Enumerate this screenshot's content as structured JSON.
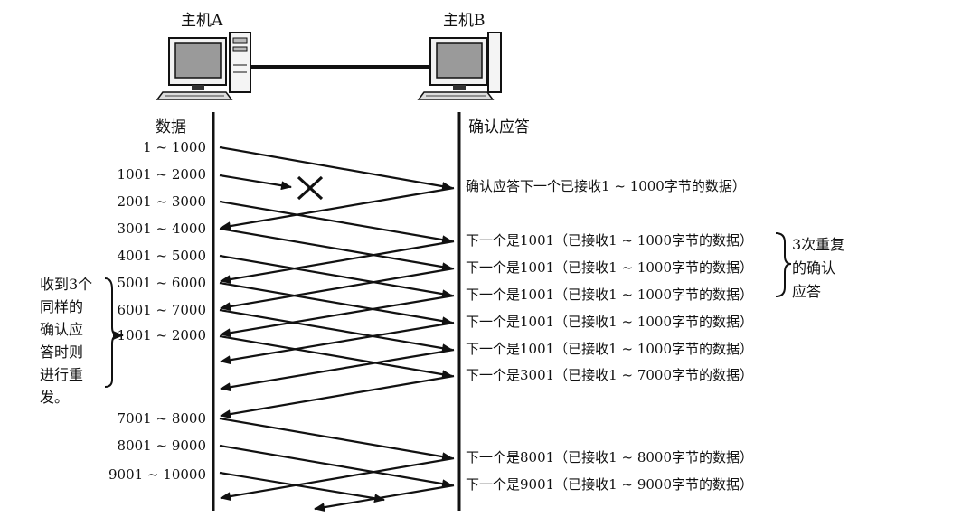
{
  "hosts": {
    "a_label": "主机A",
    "b_label": "主机B"
  },
  "columns": {
    "left_heading": "数据",
    "right_heading": "确认应答"
  },
  "segments": [
    "1 ~ 1000",
    "1001 ~ 2000",
    "2001 ~ 3000",
    "3001 ~ 4000",
    "4001 ~ 5000",
    "5001 ~ 6000",
    "6001 ~ 7000",
    "1001 ~ 2000",
    "7001 ~ 8000",
    "8001 ~ 9000",
    "9001 ~ 10000"
  ],
  "acks": [
    "确认应答下一个已接收1 ~ 1000字节的数据）",
    "下一个是1001（已接收1 ~ 1000字节的数据）",
    "下一个是1001（已接收1 ~ 1000字节的数据）",
    "下一个是1001（已接收1 ~ 1000字节的数据）",
    "下一个是1001（已接收1 ~ 1000字节的数据）",
    "下一个是1001（已接收1 ~ 1000字节的数据）",
    "下一个是3001（已接收1 ~ 7000字节的数据）",
    "下一个是8001（已接收1 ~ 8000字节的数据）",
    "下一个是9001（已接收1 ~ 9000字节的数据）"
  ],
  "notes": {
    "left_lines": [
      "收到3个",
      "同样的",
      "确认应",
      "答时则",
      "进行重",
      "发。"
    ],
    "right_lines": [
      "3次重复",
      "的确认",
      "应答"
    ]
  },
  "colors": {
    "ink": "#111111",
    "screen": "#9a9a9a",
    "background": "#ffffff"
  },
  "icons": {
    "lost_marker": "x-mark-icon",
    "computer": "computer-icon"
  }
}
